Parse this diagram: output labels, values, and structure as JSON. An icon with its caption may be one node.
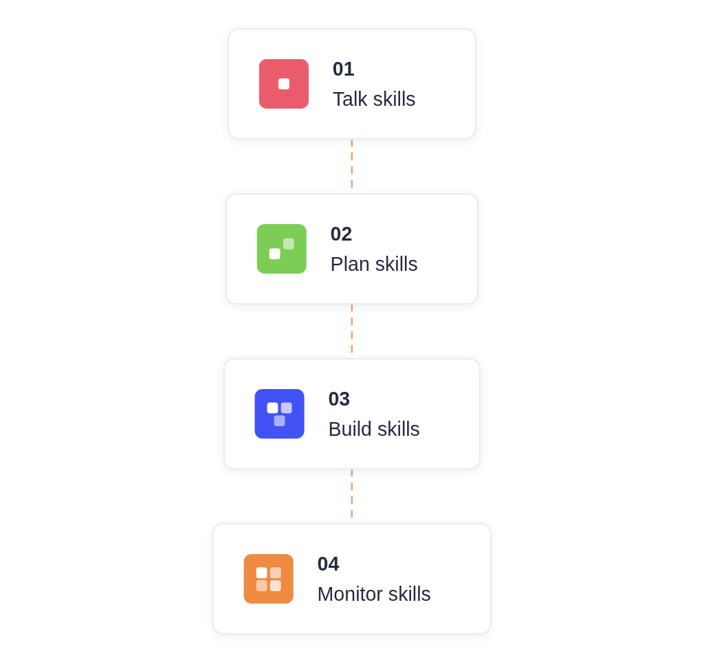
{
  "diagram": {
    "nodes": [
      {
        "text": [
          "01",
          "Talk skills"
        ]
      },
      {
        "text": [
          "02",
          "Plan skills"
        ]
      },
      {
        "text": [
          "03",
          "Build skills"
        ]
      },
      {
        "text": [
          "04",
          "Monitor skills"
        ]
      }
    ],
    "edges": [
      {
        "from": 0,
        "to": 1,
        "arrow": "none",
        "style": "dashed"
      },
      {
        "from": 1,
        "to": 2,
        "arrow": "none",
        "style": "dashed"
      },
      {
        "from": 2,
        "to": 3,
        "arrow": "none",
        "style": "dashed"
      }
    ]
  }
}
